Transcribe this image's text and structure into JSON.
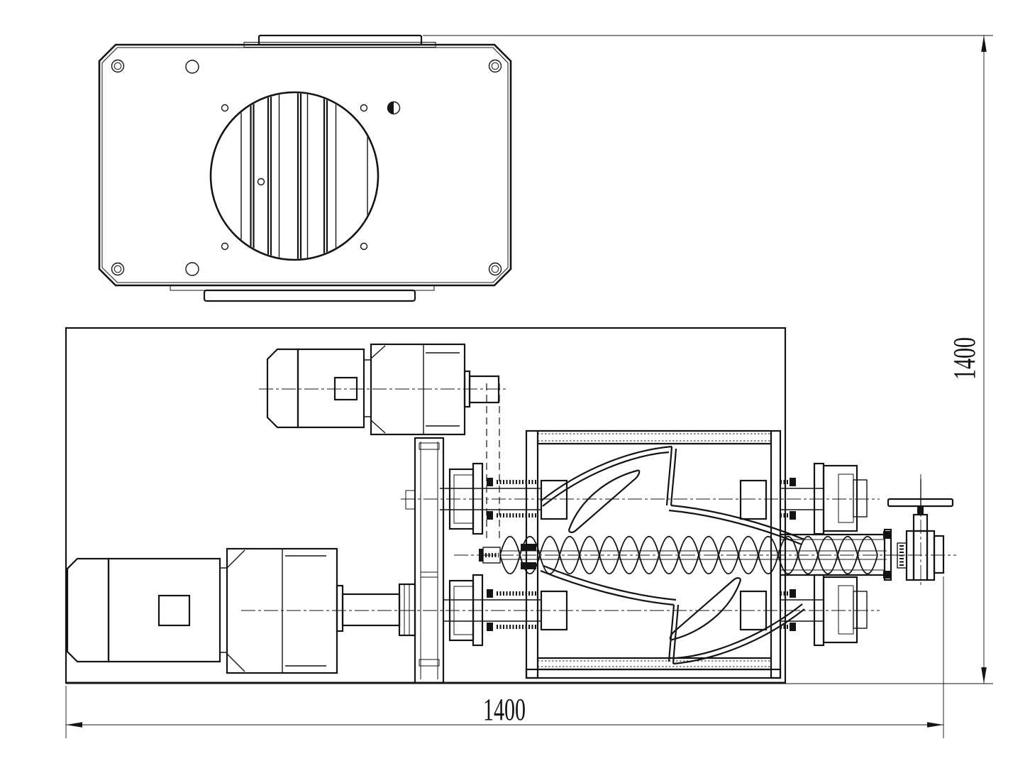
{
  "drawing": {
    "type": "engineering-cad-drawing",
    "subject": "twin-shaft paddle mixer with screw discharge and gate valve, top view and side section view",
    "background_color": "#ffffff",
    "line_color": "#141414",
    "dimensions": {
      "width_label": "1400",
      "height_label": "1400"
    },
    "views": {
      "top_view": "housing cover plate with circular louvered grille, corner bolt holes and pin holes",
      "side_view": "frame with two geared motors, support plate, mixing chamber with crossed plow blades, discharge screw and hand-wheel gate valve"
    }
  }
}
